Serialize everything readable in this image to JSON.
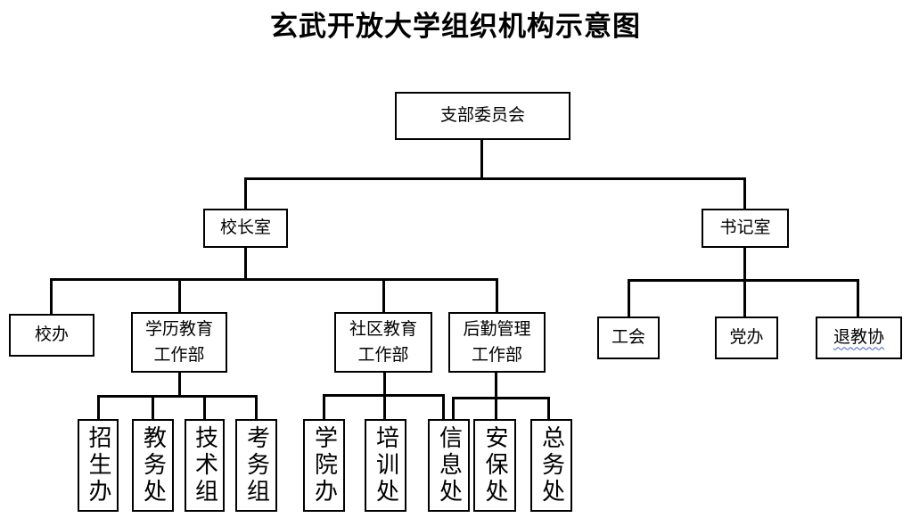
{
  "title": "玄武开放大学组织机构示意图",
  "nodes": {
    "branch_committee": "支部委员会",
    "principal_office": "校长室",
    "secretary_office": "书记室",
    "school_office": "校办",
    "academic_education_dept": "学历教育\n工作部",
    "community_education_dept": "社区教育\n工作部",
    "logistics_management_dept": "后勤管理\n工作部",
    "labor_union": "工会",
    "party_office": "党办",
    "retired_teachers_assoc": "退教协",
    "admissions_office": "招生办",
    "academic_affairs_office": "教务处",
    "technical_group": "技术组",
    "exam_affairs_group": "考务组",
    "college_office": "学院办",
    "training_office": "培训处",
    "information_office": "信息处",
    "security_office": "安保处",
    "general_affairs_office": "总务处"
  },
  "hierarchy": {
    "支部委员会": [
      "校长室",
      "书记室"
    ],
    "校长室": [
      "校办",
      "学历教育工作部",
      "社区教育工作部",
      "后勤管理工作部"
    ],
    "书记室": [
      "工会",
      "党办",
      "退教协"
    ],
    "学历教育工作部": [
      "招生办",
      "教务处",
      "技术组",
      "考务组"
    ],
    "社区教育工作部": [
      "学院办",
      "培训处",
      "信息处"
    ],
    "后勤管理工作部": [
      "信息处",
      "安保处",
      "总务处"
    ]
  },
  "colors": {
    "line": "#000000",
    "box_border": "#000000",
    "background": "#ffffff",
    "text": "#000000",
    "spellcheck_underline": "#3366cc"
  }
}
